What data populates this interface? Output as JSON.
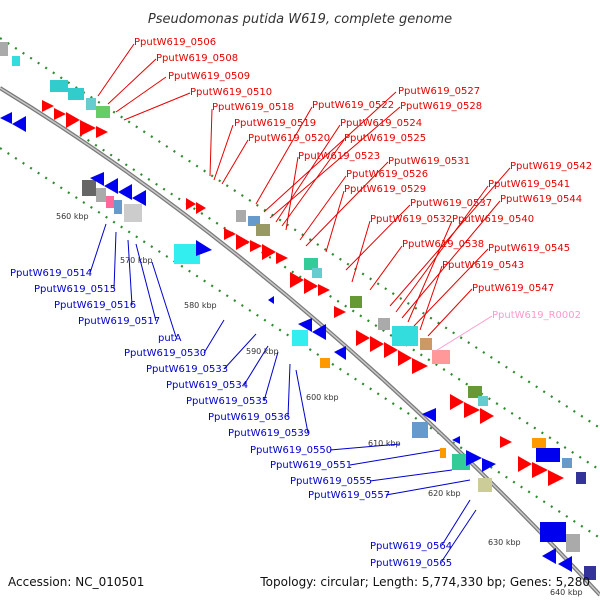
{
  "title": "Pseudomonas putida W619, complete genome",
  "accession": "Accession: NC_010501",
  "summary": "Topology: circular; Length: 5,774,330 bp; Genes: 5,280",
  "colors": {
    "forward_label": "#e60000",
    "reverse_label": "#0000cc",
    "rna_label": "#ff99cc",
    "backbone": "#888888",
    "tick": "#2e8b2e",
    "forward_gene": "#ff0000",
    "reverse_gene": "#0000ee"
  },
  "kbp_ticks": [
    "560 kbp",
    "570 kbp",
    "580 kbp",
    "590 kbp",
    "600 kbp",
    "610 kbp",
    "620 kbp",
    "630 kbp",
    "640 kbp"
  ],
  "forward_labels": [
    "PputW619_0506",
    "PputW619_0508",
    "PputW619_0509",
    "PputW619_0510",
    "PputW619_0518",
    "PputW619_0519",
    "PputW619_0520",
    "PputW619_0522",
    "PputW619_0527",
    "PputW619_0528",
    "PputW619_0524",
    "PputW619_0525",
    "PputW619_0523",
    "PputW619_0526",
    "PputW619_0531",
    "PputW619_0529",
    "PputW619_0537",
    "PputW619_0542",
    "PputW619_0541",
    "PputW619_0544",
    "PputW619_0532",
    "PputW619_0540",
    "PputW619_0538",
    "PputW619_0545",
    "PputW619_0543",
    "PputW619_0547"
  ],
  "rna_labels": [
    "PputW619_R0002"
  ],
  "reverse_labels": [
    "PputW619_0514",
    "PputW619_0515",
    "PputW619_0516",
    "PputW619_0517",
    "putA",
    "PputW619_0530",
    "PputW619_0533",
    "PputW619_0534",
    "PputW619_0535",
    "PputW619_0536",
    "PputW619_0539",
    "PputW619_0550",
    "PputW619_0551",
    "PputW619_0555",
    "PputW619_0557",
    "PputW619_0564",
    "PputW619_0565"
  ]
}
